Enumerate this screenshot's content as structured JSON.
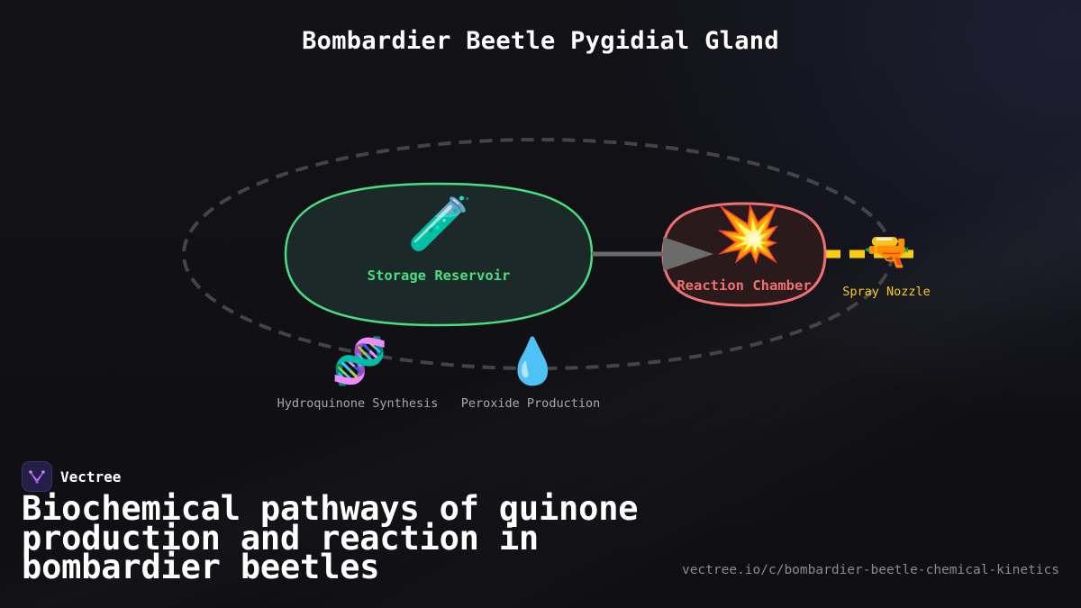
{
  "diagram": {
    "title": "Bombardier Beetle Pygidial Gland",
    "nodes": {
      "storage": {
        "icon": "test-tube-icon",
        "glyph": "🧪",
        "label": "Storage Reservoir",
        "color": "#4ade80"
      },
      "reaction": {
        "icon": "explosion-icon",
        "glyph": "💥",
        "label": "Reaction Chamber",
        "color": "#f07070"
      },
      "nozzle": {
        "icon": "water-pistol-icon",
        "glyph": "🔫",
        "label": "Spray Nozzle",
        "color": "#facc15"
      },
      "hydroquinone": {
        "icon": "dna-icon",
        "glyph": "🧬",
        "label": "Hydroquinone Synthesis"
      },
      "peroxide": {
        "icon": "droplet-icon",
        "glyph": "💧",
        "label": "Peroxide Production"
      }
    }
  },
  "footer": {
    "brand_name": "Vectree",
    "brand_icon": "vectree-logo-icon",
    "headline": "Biochemical pathways of quinone production and reaction in bombardier beetles",
    "url": "vectree.io/c/bombardier-beetle-chemical-kinetics"
  },
  "colors": {
    "background": "#0f0f13",
    "storage_fill": "#1b2a29",
    "reaction_fill": "#2a1a1c",
    "arrow": "#6b6b6b",
    "spray": "#facc15"
  }
}
